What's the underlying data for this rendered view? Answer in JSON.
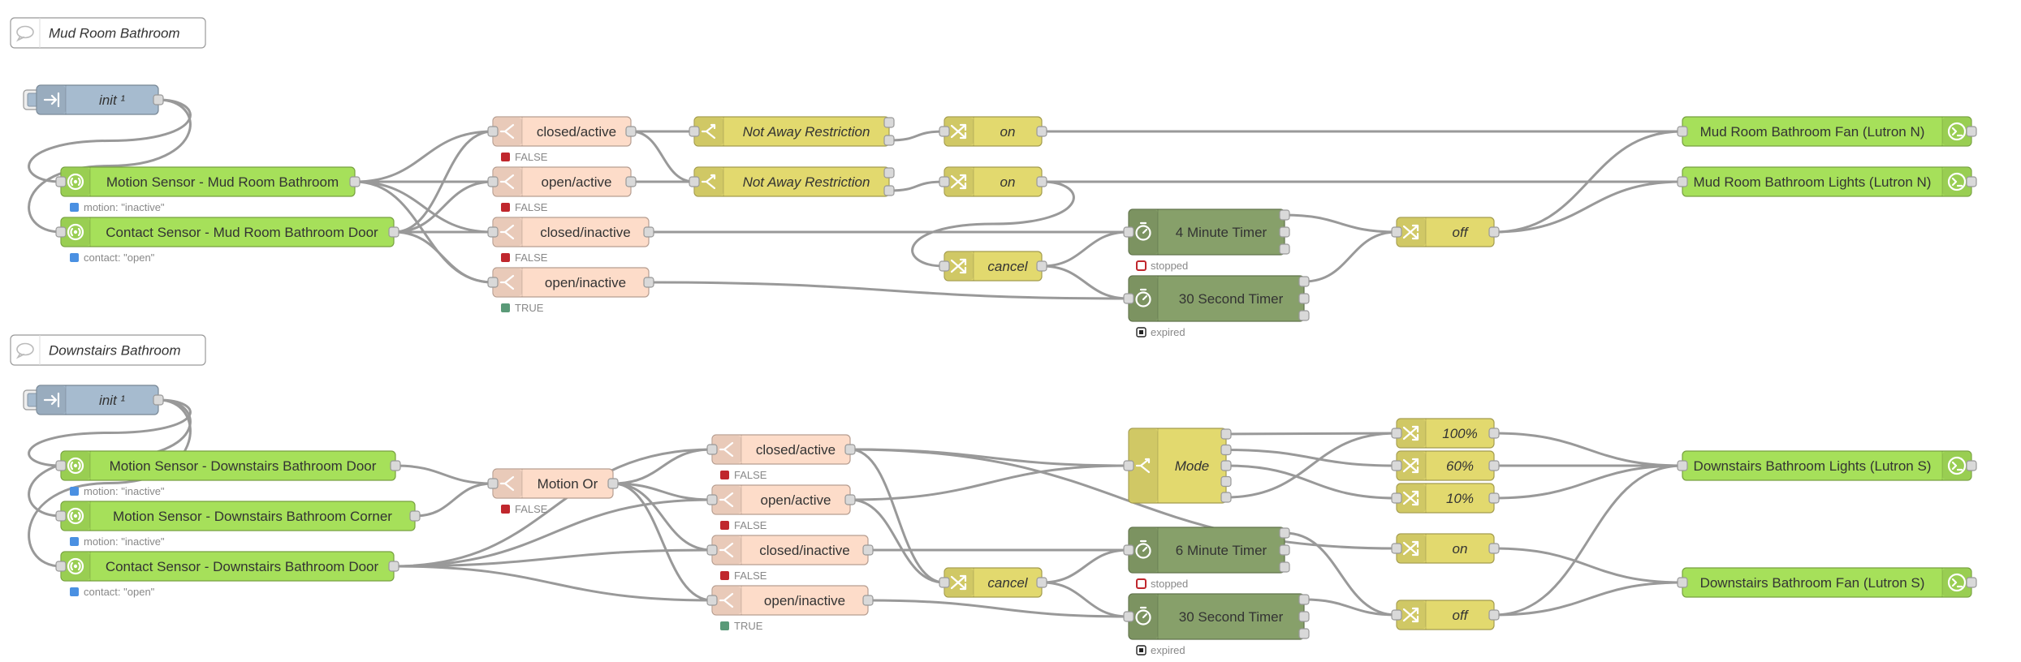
{
  "canvas": {
    "background": "#ffffff",
    "wire_color": "#999999"
  },
  "colors": {
    "inject": "#a6bbcf",
    "sensor": "#a6e05a",
    "switch": "#fddcc9",
    "change": "#e2d96e",
    "timer": "#87a06a",
    "service": "#a6e05a",
    "comment": "#ffffff"
  },
  "comments": [
    {
      "id": "c1",
      "label": "Mud Room Bathroom"
    },
    {
      "id": "c2",
      "label": "Downstairs Bathroom"
    }
  ],
  "nodes": [
    {
      "id": "init1",
      "kind": "inject",
      "label": "init ¹",
      "icon": "arrow-in-icon",
      "italic": true
    },
    {
      "id": "ms1",
      "kind": "sensor",
      "label": "Motion Sensor - Mud Room Bathroom",
      "icon": "sensor-icon",
      "status": "motion: \"inactive\"",
      "status_color": "#4a90e2"
    },
    {
      "id": "cs1",
      "kind": "sensor",
      "label": "Contact Sensor - Mud Room Bathroom Door",
      "icon": "sensor-icon",
      "status": "contact: \"open\"",
      "status_color": "#4a90e2"
    },
    {
      "id": "sw1",
      "kind": "switch",
      "label": "closed/active",
      "icon": "switch-icon",
      "status": "FALSE",
      "status_color": "#c0272d"
    },
    {
      "id": "sw2",
      "kind": "switch",
      "label": "open/active",
      "icon": "switch-icon",
      "status": "FALSE",
      "status_color": "#c0272d"
    },
    {
      "id": "sw3",
      "kind": "switch",
      "label": "closed/inactive",
      "icon": "switch-icon",
      "status": "FALSE",
      "status_color": "#c0272d"
    },
    {
      "id": "sw4",
      "kind": "switch",
      "label": "open/inactive",
      "icon": "switch-icon",
      "status": "TRUE",
      "status_color": "#5a9a78"
    },
    {
      "id": "nar1",
      "kind": "change",
      "label": "Not Away Restriction",
      "icon": "filter-icon",
      "italic": true
    },
    {
      "id": "nar2",
      "kind": "change",
      "label": "Not Away Restriction",
      "icon": "filter-icon",
      "italic": true
    },
    {
      "id": "on1",
      "kind": "change",
      "label": "on",
      "icon": "shuffle-icon",
      "italic": true
    },
    {
      "id": "on2",
      "kind": "change",
      "label": "on",
      "icon": "shuffle-icon",
      "italic": true
    },
    {
      "id": "cancel1",
      "kind": "change",
      "label": "cancel",
      "icon": "shuffle-icon",
      "italic": true
    },
    {
      "id": "t4",
      "kind": "timer",
      "label": "4 Minute Timer",
      "icon": "timer-icon",
      "status": "stopped",
      "status_color": "#c0272d",
      "status_hollow": true
    },
    {
      "id": "t30a",
      "kind": "timer",
      "label": "30 Second Timer",
      "icon": "timer-icon",
      "status": "expired",
      "status_color": "#222222"
    },
    {
      "id": "off1",
      "kind": "change",
      "label": "off",
      "icon": "shuffle-icon",
      "italic": true
    },
    {
      "id": "fan1",
      "kind": "service",
      "label": "Mud Room Bathroom Fan (Lutron N)",
      "icon": "service-icon"
    },
    {
      "id": "lights1",
      "kind": "service",
      "label": "Mud Room Bathroom Lights (Lutron N)",
      "icon": "service-icon"
    },
    {
      "id": "init2",
      "kind": "inject",
      "label": "init ¹",
      "icon": "arrow-in-icon",
      "italic": true
    },
    {
      "id": "ms2",
      "kind": "sensor",
      "label": "Motion Sensor - Downstairs Bathroom Door",
      "icon": "sensor-icon",
      "status": "motion: \"inactive\"",
      "status_color": "#4a90e2"
    },
    {
      "id": "ms3",
      "kind": "sensor",
      "label": "Motion Sensor - Downstairs Bathroom Corner",
      "icon": "sensor-icon",
      "status": "motion: \"inactive\"",
      "status_color": "#4a90e2"
    },
    {
      "id": "cs2",
      "kind": "sensor",
      "label": "Contact Sensor - Downstairs Bathroom Door",
      "icon": "sensor-icon",
      "status": "contact: \"open\"",
      "status_color": "#4a90e2"
    },
    {
      "id": "mor",
      "kind": "switch",
      "label": "Motion Or",
      "icon": "switch-icon",
      "status": "FALSE",
      "status_color": "#c0272d"
    },
    {
      "id": "sw5",
      "kind": "switch",
      "label": "closed/active",
      "icon": "switch-icon",
      "status": "FALSE",
      "status_color": "#c0272d"
    },
    {
      "id": "sw6",
      "kind": "switch",
      "label": "open/active",
      "icon": "switch-icon",
      "status": "FALSE",
      "status_color": "#c0272d"
    },
    {
      "id": "sw7",
      "kind": "switch",
      "label": "closed/inactive",
      "icon": "switch-icon",
      "status": "FALSE",
      "status_color": "#c0272d"
    },
    {
      "id": "sw8",
      "kind": "switch",
      "label": "open/inactive",
      "icon": "switch-icon",
      "status": "TRUE",
      "status_color": "#5a9a78"
    },
    {
      "id": "cancel2",
      "kind": "change",
      "label": "cancel",
      "icon": "shuffle-icon",
      "italic": true
    },
    {
      "id": "mode",
      "kind": "change",
      "label": "Mode",
      "icon": "filter-icon",
      "italic": true
    },
    {
      "id": "t6",
      "kind": "timer",
      "label": "6 Minute Timer",
      "icon": "timer-icon",
      "status": "stopped",
      "status_color": "#c0272d",
      "status_hollow": true
    },
    {
      "id": "t30b",
      "kind": "timer",
      "label": "30 Second Timer",
      "icon": "timer-icon",
      "status": "expired",
      "status_color": "#222222"
    },
    {
      "id": "p100",
      "kind": "change",
      "label": "100%",
      "icon": "shuffle-icon",
      "italic": true
    },
    {
      "id": "p60",
      "kind": "change",
      "label": "60%",
      "icon": "shuffle-icon",
      "italic": true
    },
    {
      "id": "p10",
      "kind": "change",
      "label": "10%",
      "icon": "shuffle-icon",
      "italic": true
    },
    {
      "id": "on3",
      "kind": "change",
      "label": "on",
      "icon": "shuffle-icon",
      "italic": true
    },
    {
      "id": "off2",
      "kind": "change",
      "label": "off",
      "icon": "shuffle-icon",
      "italic": true
    },
    {
      "id": "lights2",
      "kind": "service",
      "label": "Downstairs Bathroom Lights (Lutron S)",
      "icon": "service-icon"
    },
    {
      "id": "fan2",
      "kind": "service",
      "label": "Downstairs Bathroom Fan (Lutron S)",
      "icon": "service-icon"
    }
  ],
  "wires": [
    [
      "init1",
      0,
      "ms1"
    ],
    [
      "init1",
      0,
      "cs1"
    ],
    [
      "ms1",
      0,
      "sw1"
    ],
    [
      "ms1",
      0,
      "sw2"
    ],
    [
      "ms1",
      0,
      "sw3"
    ],
    [
      "ms1",
      0,
      "sw4"
    ],
    [
      "cs1",
      0,
      "sw1"
    ],
    [
      "cs1",
      0,
      "sw2"
    ],
    [
      "cs1",
      0,
      "sw3"
    ],
    [
      "cs1",
      0,
      "sw4"
    ],
    [
      "sw1",
      0,
      "nar1"
    ],
    [
      "sw1",
      0,
      "nar2"
    ],
    [
      "sw2",
      0,
      "nar2"
    ],
    [
      "nar1",
      1,
      "on1"
    ],
    [
      "nar2",
      1,
      "on2"
    ],
    [
      "on1",
      0,
      "fan1"
    ],
    [
      "on2",
      0,
      "lights1"
    ],
    [
      "on2",
      0,
      "cancel1"
    ],
    [
      "sw3",
      0,
      "t4"
    ],
    [
      "sw4",
      0,
      "t30a"
    ],
    [
      "cancel1",
      0,
      "t4"
    ],
    [
      "cancel1",
      0,
      "t30a"
    ],
    [
      "t4",
      0,
      "off1"
    ],
    [
      "t30a",
      0,
      "off1"
    ],
    [
      "off1",
      0,
      "fan1"
    ],
    [
      "off1",
      0,
      "lights1"
    ],
    [
      "init2",
      0,
      "ms2"
    ],
    [
      "init2",
      0,
      "ms3"
    ],
    [
      "init2",
      0,
      "cs2"
    ],
    [
      "ms2",
      0,
      "mor"
    ],
    [
      "ms3",
      0,
      "mor"
    ],
    [
      "mor",
      0,
      "sw5"
    ],
    [
      "mor",
      0,
      "sw6"
    ],
    [
      "mor",
      0,
      "sw7"
    ],
    [
      "mor",
      0,
      "sw8"
    ],
    [
      "cs2",
      0,
      "sw5"
    ],
    [
      "cs2",
      0,
      "sw6"
    ],
    [
      "cs2",
      0,
      "sw7"
    ],
    [
      "cs2",
      0,
      "sw8"
    ],
    [
      "sw5",
      0,
      "mode"
    ],
    [
      "sw6",
      0,
      "mode"
    ],
    [
      "sw5",
      0,
      "on3"
    ],
    [
      "sw5",
      0,
      "cancel2"
    ],
    [
      "sw6",
      0,
      "cancel2"
    ],
    [
      "sw7",
      0,
      "t6"
    ],
    [
      "sw8",
      0,
      "t30b"
    ],
    [
      "cancel2",
      0,
      "t6"
    ],
    [
      "cancel2",
      0,
      "t30b"
    ],
    [
      "mode",
      0,
      "p100"
    ],
    [
      "mode",
      1,
      "p60"
    ],
    [
      "mode",
      2,
      "p10"
    ],
    [
      "mode",
      4,
      "p100"
    ],
    [
      "p100",
      0,
      "lights2"
    ],
    [
      "p60",
      0,
      "lights2"
    ],
    [
      "p10",
      0,
      "lights2"
    ],
    [
      "t6",
      0,
      "off2"
    ],
    [
      "t30b",
      0,
      "off2"
    ],
    [
      "on3",
      0,
      "fan2"
    ],
    [
      "off2",
      0,
      "fan2"
    ],
    [
      "off2",
      0,
      "lights2"
    ]
  ]
}
